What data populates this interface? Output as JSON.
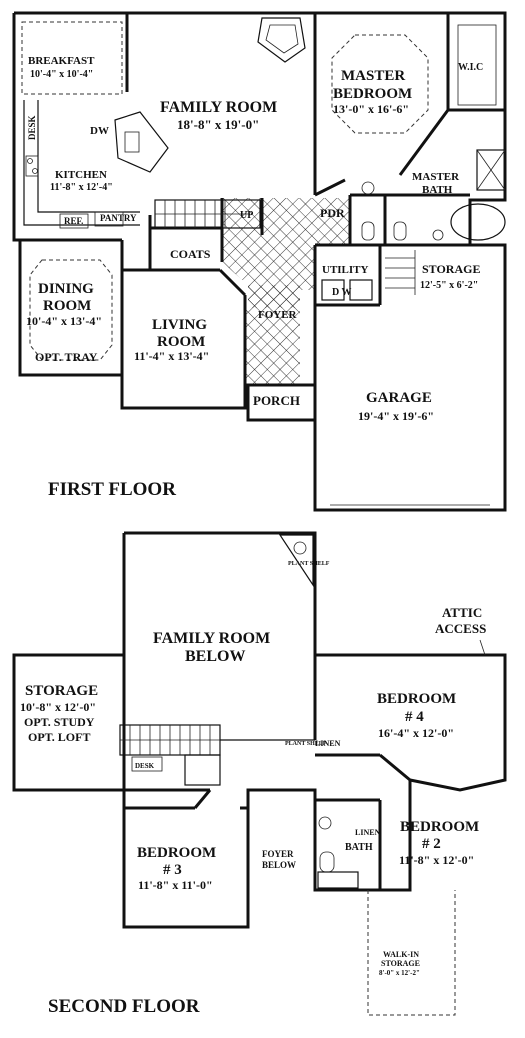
{
  "first_floor": {
    "title": "FIRST FLOOR",
    "breakfast": {
      "name": "BREAKFAST",
      "dim": "10'-4\" x 10'-4\""
    },
    "family_room": {
      "name": "FAMILY ROOM",
      "dim": "18'-8\" x 19'-0\""
    },
    "master_bedroom": {
      "name1": "MASTER",
      "name2": "BEDROOM",
      "dim": "13'-0\" x 16'-6\""
    },
    "wic": "W.I.C",
    "desk": "DESK",
    "dw": "DW",
    "kitchen": {
      "name": "KITCHEN",
      "dim": "11'-8\" x 12'-4\""
    },
    "master_bath": {
      "name1": "MASTER",
      "name2": "BATH"
    },
    "ref": "REF.",
    "pantry": "PANTRY",
    "up": "UP",
    "pdr": "PDR",
    "coats": "COATS",
    "utility": "UTILITY",
    "storage": {
      "name": "STORAGE",
      "dim": "12'-5\" x 6'-2\""
    },
    "dining_room": {
      "name1": "DINING",
      "name2": "ROOM",
      "dim": "10'-4\" x 13'-4\"",
      "note": "OPT. TRAY"
    },
    "living_room": {
      "name1": "LIVING",
      "name2": "ROOM",
      "dim": "11'-4\" x 13'-4\""
    },
    "foyer": "FOYER",
    "dw_laundry": "D  W",
    "porch": "PORCH",
    "garage": {
      "name": "GARAGE",
      "dim": "19'-4\" x 19'-6\""
    }
  },
  "second_floor": {
    "title": "SECOND FLOOR",
    "plant_shelf_top": "PLANT SHELF",
    "family_room_below": {
      "name1": "FAMILY ROOM",
      "name2": "BELOW"
    },
    "attic_access": {
      "line1": "ATTIC",
      "line2": "ACCESS"
    },
    "storage": {
      "name": "STORAGE",
      "dim": "10'-8\" x 12'-0\"",
      "note1": "OPT. STUDY",
      "note2": "OPT. LOFT"
    },
    "bedroom4": {
      "name": "BEDROOM",
      "num": "# 4",
      "dim": "16'-4\" x 12'-0\""
    },
    "plant_shelf_mid": "PLANT SHELF",
    "linen_top": "LINEN",
    "desk": "DESK",
    "bedroom2": {
      "name": "BEDROOM",
      "num": "# 2",
      "dim": "11'-8\" x 12'-0\""
    },
    "linen_bath": "LINEN",
    "bath": "BATH",
    "bedroom3": {
      "name": "BEDROOM",
      "num": "# 3",
      "dim": "11'-8\" x 11'-0\""
    },
    "foyer_below": {
      "line1": "FOYER",
      "line2": "BELOW"
    },
    "walk_in_storage": {
      "line1": "WALK-IN",
      "line2": "STORAGE",
      "dim": "8'-0\" x 12'-2\""
    }
  }
}
